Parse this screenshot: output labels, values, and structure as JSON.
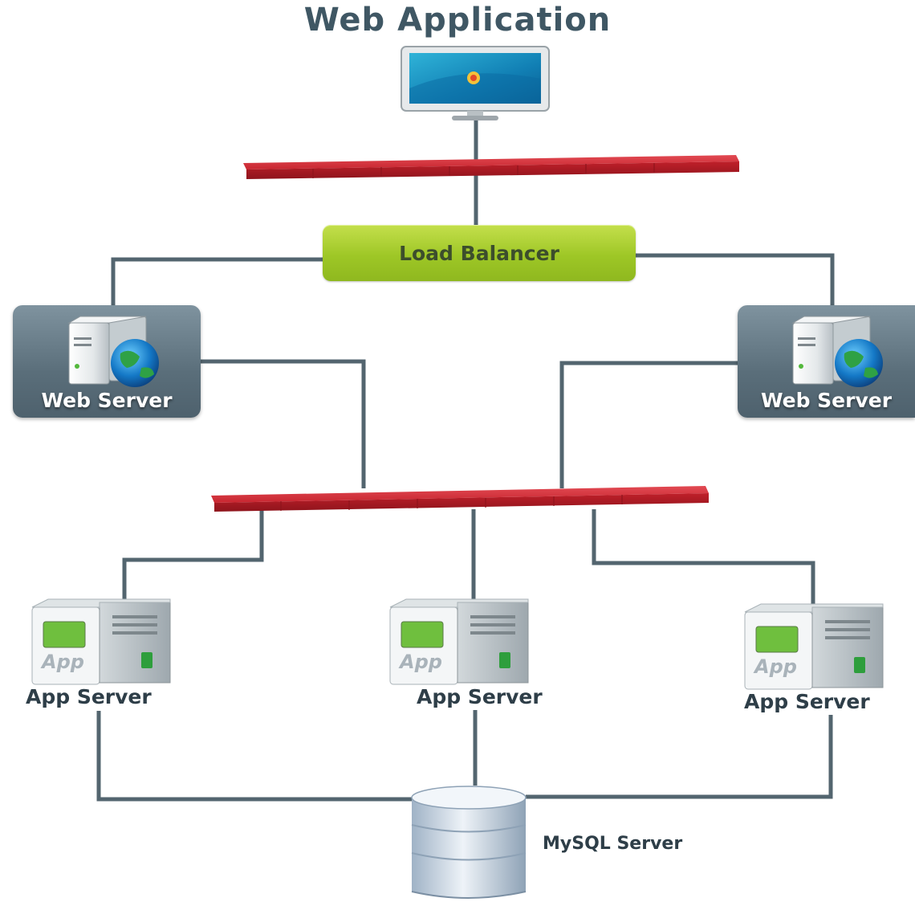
{
  "title": "Web Application",
  "nodes": {
    "load_balancer": "Load Balancer",
    "web_server_left": "Web Server",
    "web_server_right": "Web Server",
    "app_server_1": "App Server",
    "app_server_2": "App Server",
    "app_server_3": "App Server",
    "app_icon_text": "App",
    "database": "MySQL Server"
  },
  "colors": {
    "connector": "#53656f",
    "firewall": "#c1202b",
    "load_balancer": "#9ec726",
    "web_server_panel": "#5e727e",
    "title": "#3f5764"
  }
}
